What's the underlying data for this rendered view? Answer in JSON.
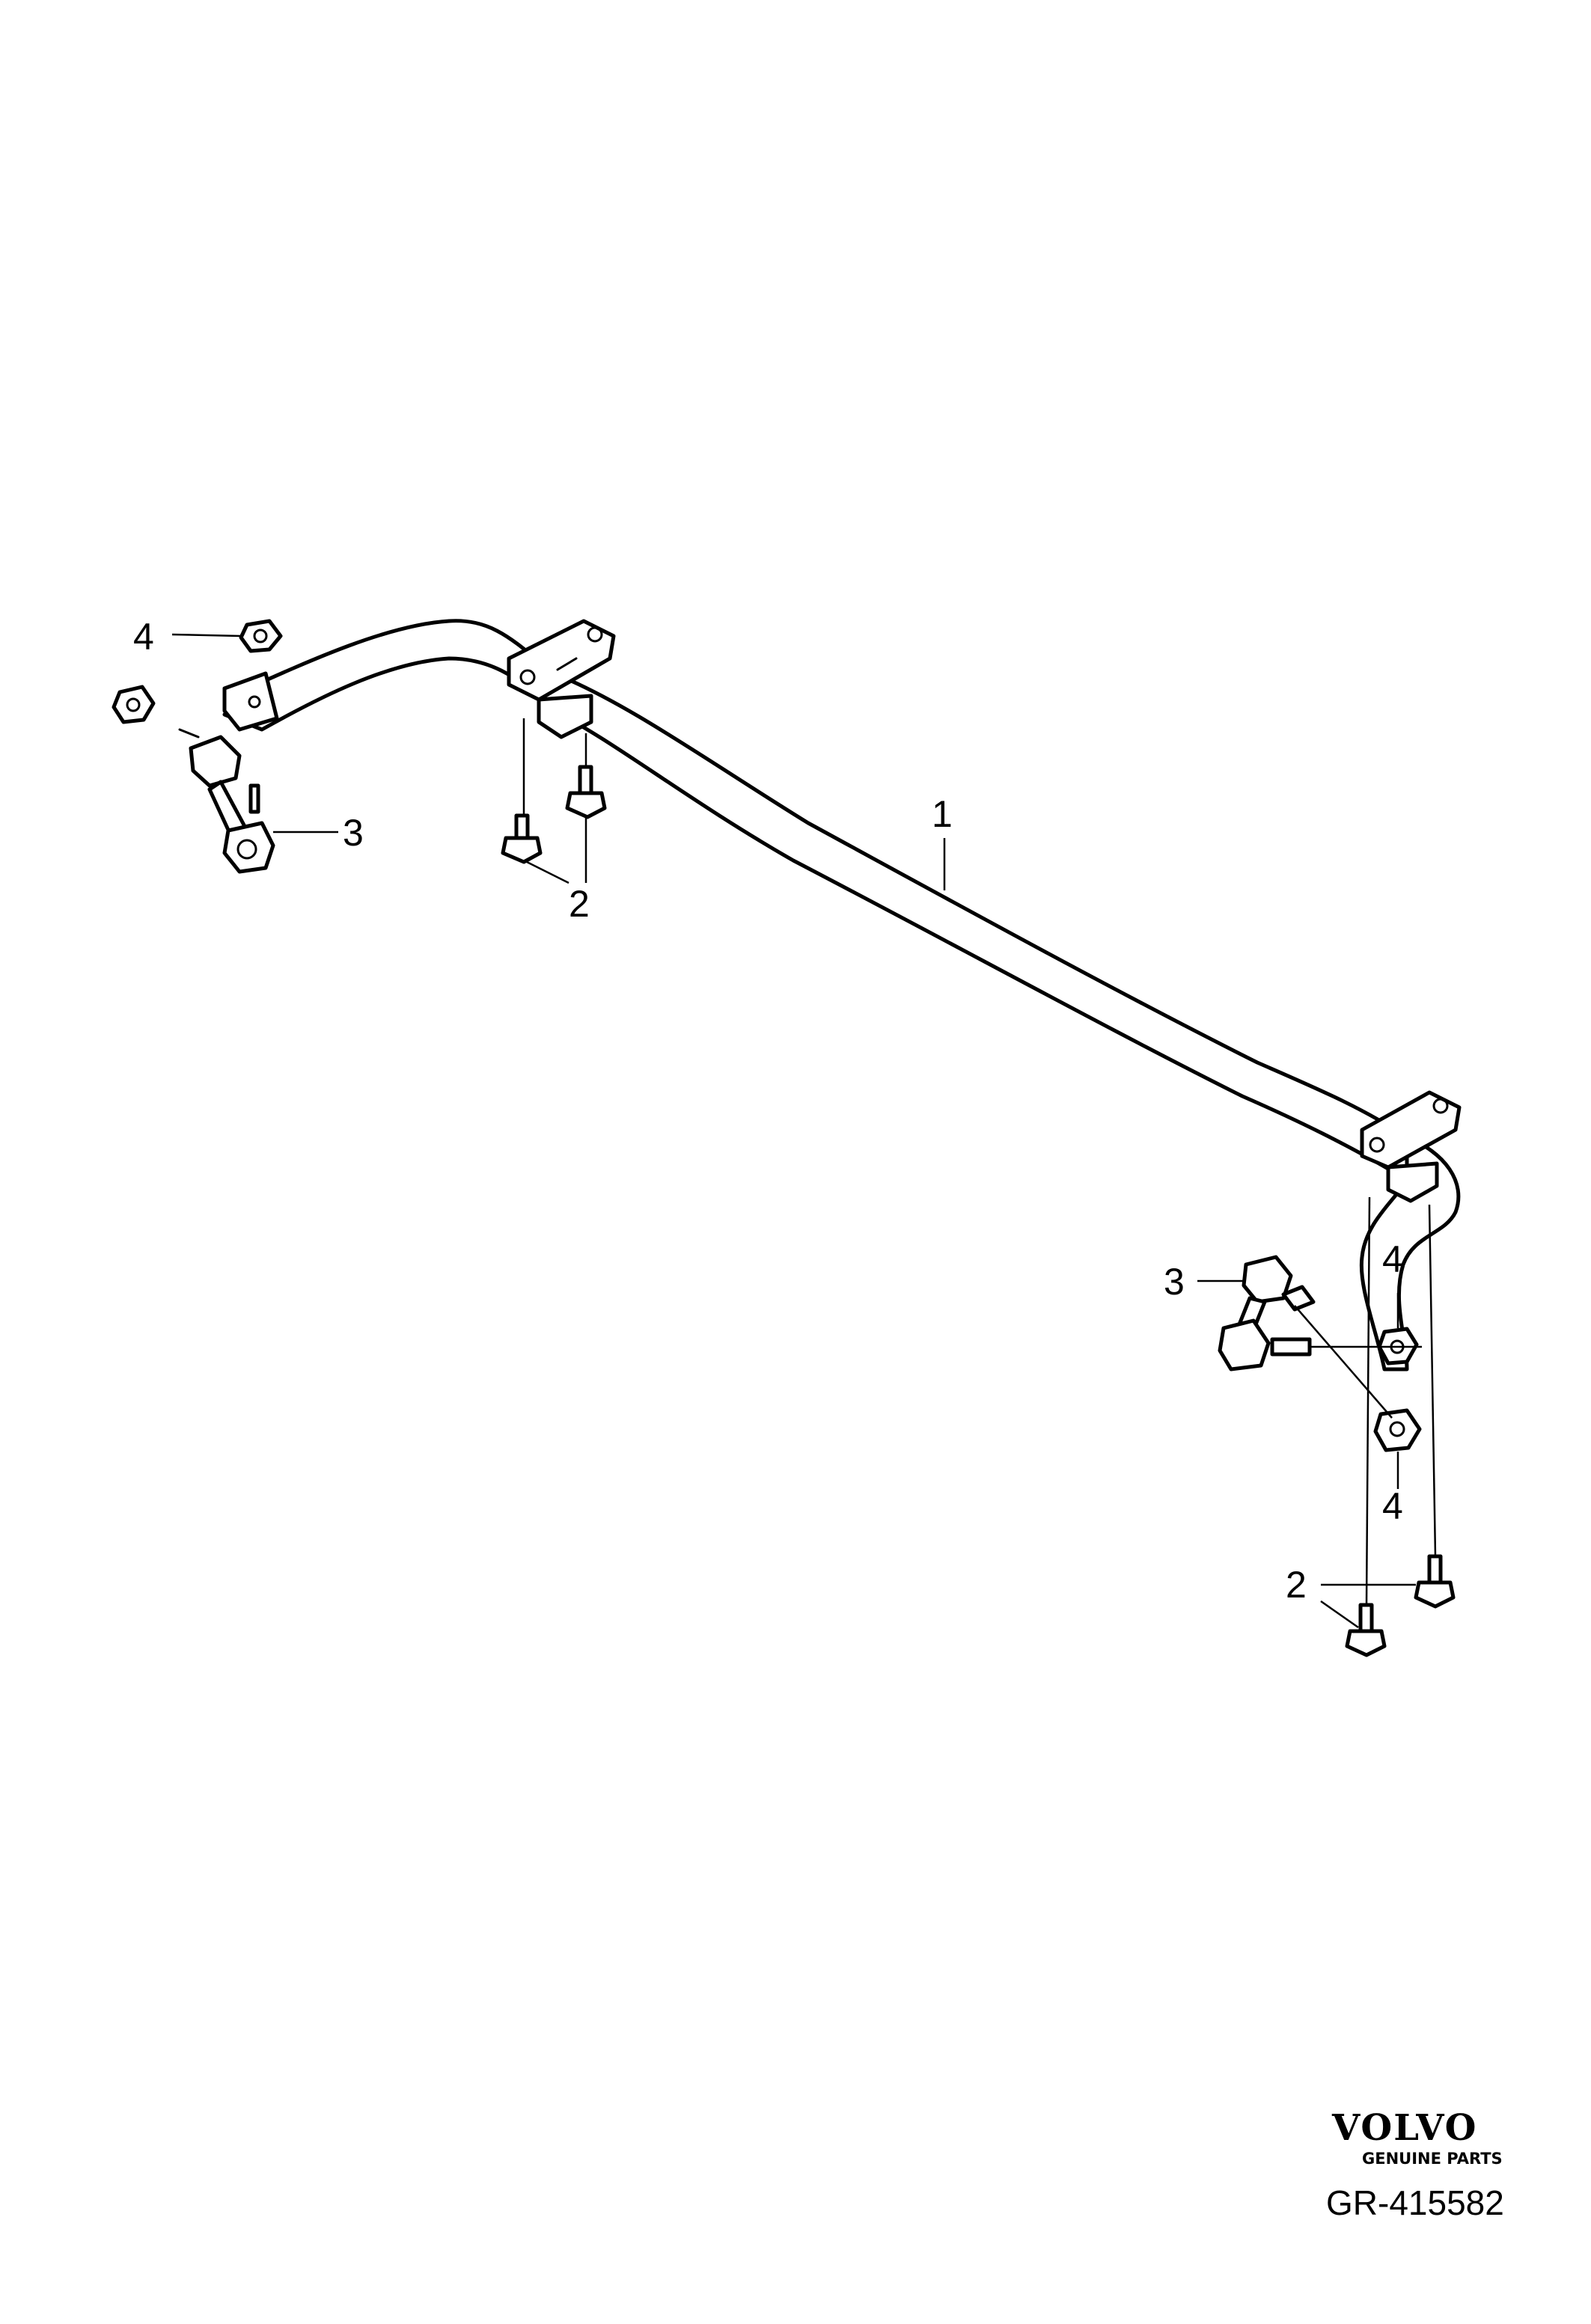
{
  "callouts": {
    "bar": "1",
    "bolt_left": "2",
    "bolt_right": "2",
    "link_left": "3",
    "link_right": "3",
    "nut_top_left": "4",
    "nut_right_upper": "4",
    "nut_right_lower": "4"
  },
  "brand": {
    "name": "VOLVO",
    "tagline": "GENUINE PARTS"
  },
  "reference": "GR-415582"
}
